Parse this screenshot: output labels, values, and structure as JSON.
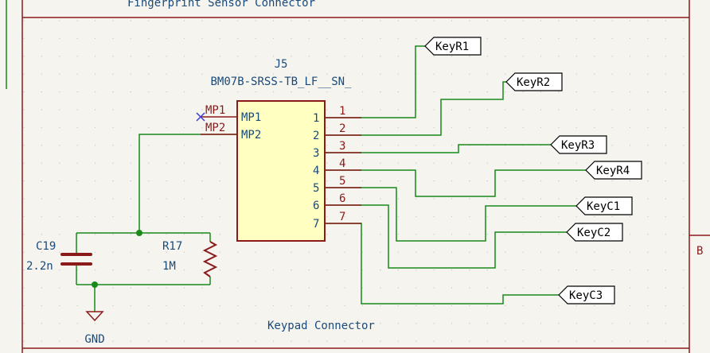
{
  "sheet": {
    "top_section_title": "Fingerprint Sensor Connector",
    "section_title": "Keypad Connector",
    "border_letter": "B"
  },
  "connector": {
    "reference": "J5",
    "value": "BM07B-SRSS-TB_LF__SN_",
    "mount_pins": [
      {
        "name": "MP1",
        "outer": "MP1",
        "no_connect": true
      },
      {
        "name": "MP2",
        "outer": "MP2",
        "no_connect": false
      }
    ],
    "pins": [
      {
        "name": "1",
        "number": "1",
        "net": "KeyR1"
      },
      {
        "name": "2",
        "number": "2",
        "net": "KeyR2"
      },
      {
        "name": "3",
        "number": "3",
        "net": "KeyR3"
      },
      {
        "name": "4",
        "number": "4",
        "net": "KeyR4"
      },
      {
        "name": "5",
        "number": "5",
        "net": "KeyC1"
      },
      {
        "name": "6",
        "number": "6",
        "net": "KeyC2"
      },
      {
        "name": "7",
        "number": "7",
        "net": "KeyC3"
      }
    ]
  },
  "capacitor": {
    "reference": "C19",
    "value": "2.2n"
  },
  "resistor": {
    "reference": "R17",
    "value": "1M"
  },
  "ground": {
    "label": "GND"
  },
  "colors": {
    "background": "#f5f4ef",
    "wire": "#1a8a1a",
    "border": "#8b1a1a",
    "symbol_fill": "#ffffc2",
    "symbol_outline": "#8b1a1a",
    "pin_text": "#8b1a1a",
    "text": "#1a4a7a",
    "no_connect": "#3a3ad8",
    "grid": "#c8c8c8"
  }
}
